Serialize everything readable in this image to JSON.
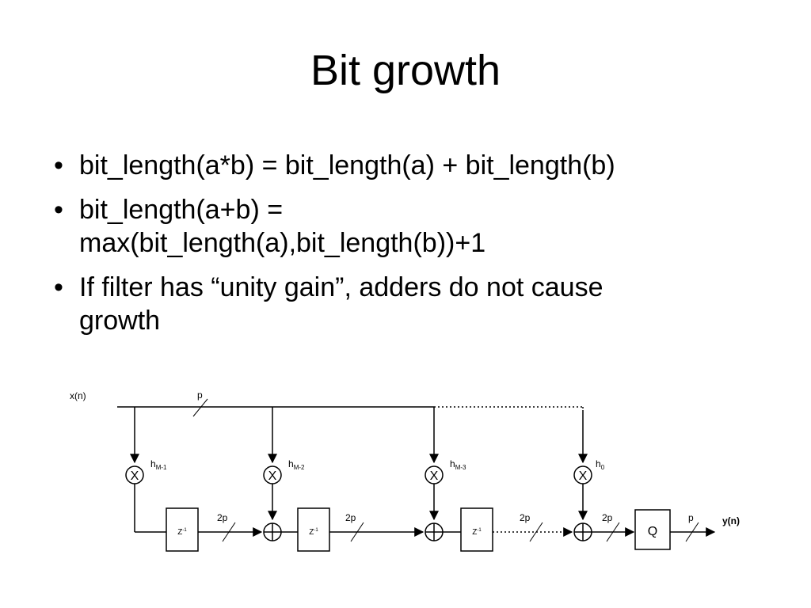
{
  "slide": {
    "title": "Bit growth",
    "bullet_glyph": "•",
    "bullets": [
      {
        "lines": [
          "bit_length(a*b) = bit_length(a) + bit_length(b)"
        ]
      },
      {
        "lines": [
          "bit_length(a+b) =",
          "max(bit_length(a),bit_length(b))+1"
        ]
      },
      {
        "lines": [
          "If filter has “unity gain”, adders do not cause",
          "growth"
        ]
      }
    ]
  },
  "diagram": {
    "input_label": "x(n)",
    "output_label": "y(n)",
    "input_width_label": "p",
    "taps": [
      {
        "coeff": "h",
        "sub": "M-1",
        "mult_symbol": "X"
      },
      {
        "coeff": "h",
        "sub": "M-2",
        "mult_symbol": "X"
      },
      {
        "coeff": "h",
        "sub": "M-3",
        "mult_symbol": "X"
      },
      {
        "coeff": "h",
        "sub": "0",
        "mult_symbol": "X"
      }
    ],
    "delay": {
      "base": "Z",
      "exp": "-1"
    },
    "wire_widths": [
      "2p",
      "2p",
      "2p",
      "2p",
      "p"
    ],
    "quantizer_label": "Q"
  }
}
